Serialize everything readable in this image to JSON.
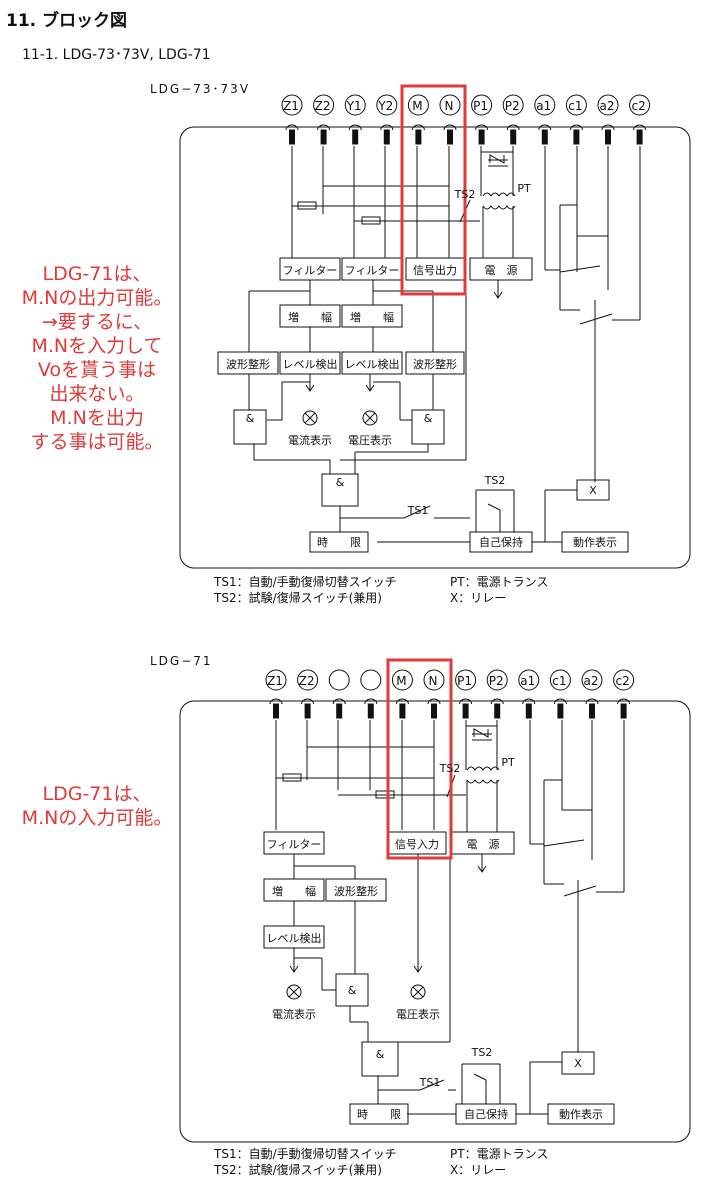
{
  "heading": "11. ブロック図",
  "subheading": "11-1. LDG-73･73V, LDG-71",
  "diagram_top": {
    "model": "LDG−73･73V",
    "terminals": [
      "Z1",
      "Z2",
      "Y1",
      "Y2",
      "M",
      "N",
      "P1",
      "P2",
      "a1",
      "c1",
      "a2",
      "c2"
    ],
    "blocks": {
      "filter1": "フィルター",
      "filter2": "フィルター",
      "signal_out": "信号出力",
      "power": "電　源",
      "amp1": "増　　幅",
      "amp2": "増　　幅",
      "waveshape1": "波形整形",
      "level1": "レベル検出",
      "level2": "レベル検出",
      "waveshape2": "波形整形",
      "and1": "&",
      "and2": "&",
      "and3": "&",
      "current_disp": "電流表示",
      "voltage_disp": "電圧表示",
      "timer": "時　　限",
      "self_hold": "自己保持",
      "op_disp": "動作表示",
      "relay": "X",
      "ts1": "TS1",
      "ts2a": "TS2",
      "ts2b": "TS2",
      "pt": "PT"
    },
    "annotation": [
      "LDG-71は、",
      "M.Nの出力可能。",
      "→要するに、",
      "M.Nを入力して",
      "Voを貰う事は",
      "出来ない。",
      "M.Nを出力",
      "する事は可能。"
    ],
    "legend": {
      "ts1": "TS1：自動/手動復帰切替スイッチ",
      "pt": "PT：電源トランス",
      "ts2": "TS2：試験/復帰スイッチ(兼用)",
      "x": "X：リレー"
    }
  },
  "diagram_bottom": {
    "model": "LDG−71",
    "terminals": [
      "Z1",
      "Z2",
      "",
      "",
      "M",
      "N",
      "P1",
      "P2",
      "a1",
      "c1",
      "a2",
      "c2"
    ],
    "blocks": {
      "filter1": "フィルター",
      "signal_in": "信号入力",
      "power": "電　源",
      "amp1": "増　　幅",
      "waveshape1": "波形整形",
      "level1": "レベル検出",
      "and1": "&",
      "and2": "&",
      "current_disp": "電流表示",
      "voltage_disp": "電圧表示",
      "timer": "時　　限",
      "self_hold": "自己保持",
      "op_disp": "動作表示",
      "relay": "X",
      "ts1": "TS1",
      "ts2a": "TS2",
      "ts2b": "TS2",
      "pt": "PT"
    },
    "annotation": [
      "LDG-71は、",
      "M.Nの入力可能。"
    ],
    "legend": {
      "ts1": "TS1：自動/手動復帰切替スイッチ",
      "pt": "PT：電源トランス",
      "ts2": "TS2：試験/復帰スイッチ(兼用)",
      "x": "X：リレー"
    }
  },
  "colors": {
    "highlight": "#e23a3a",
    "ink": "#111111"
  }
}
